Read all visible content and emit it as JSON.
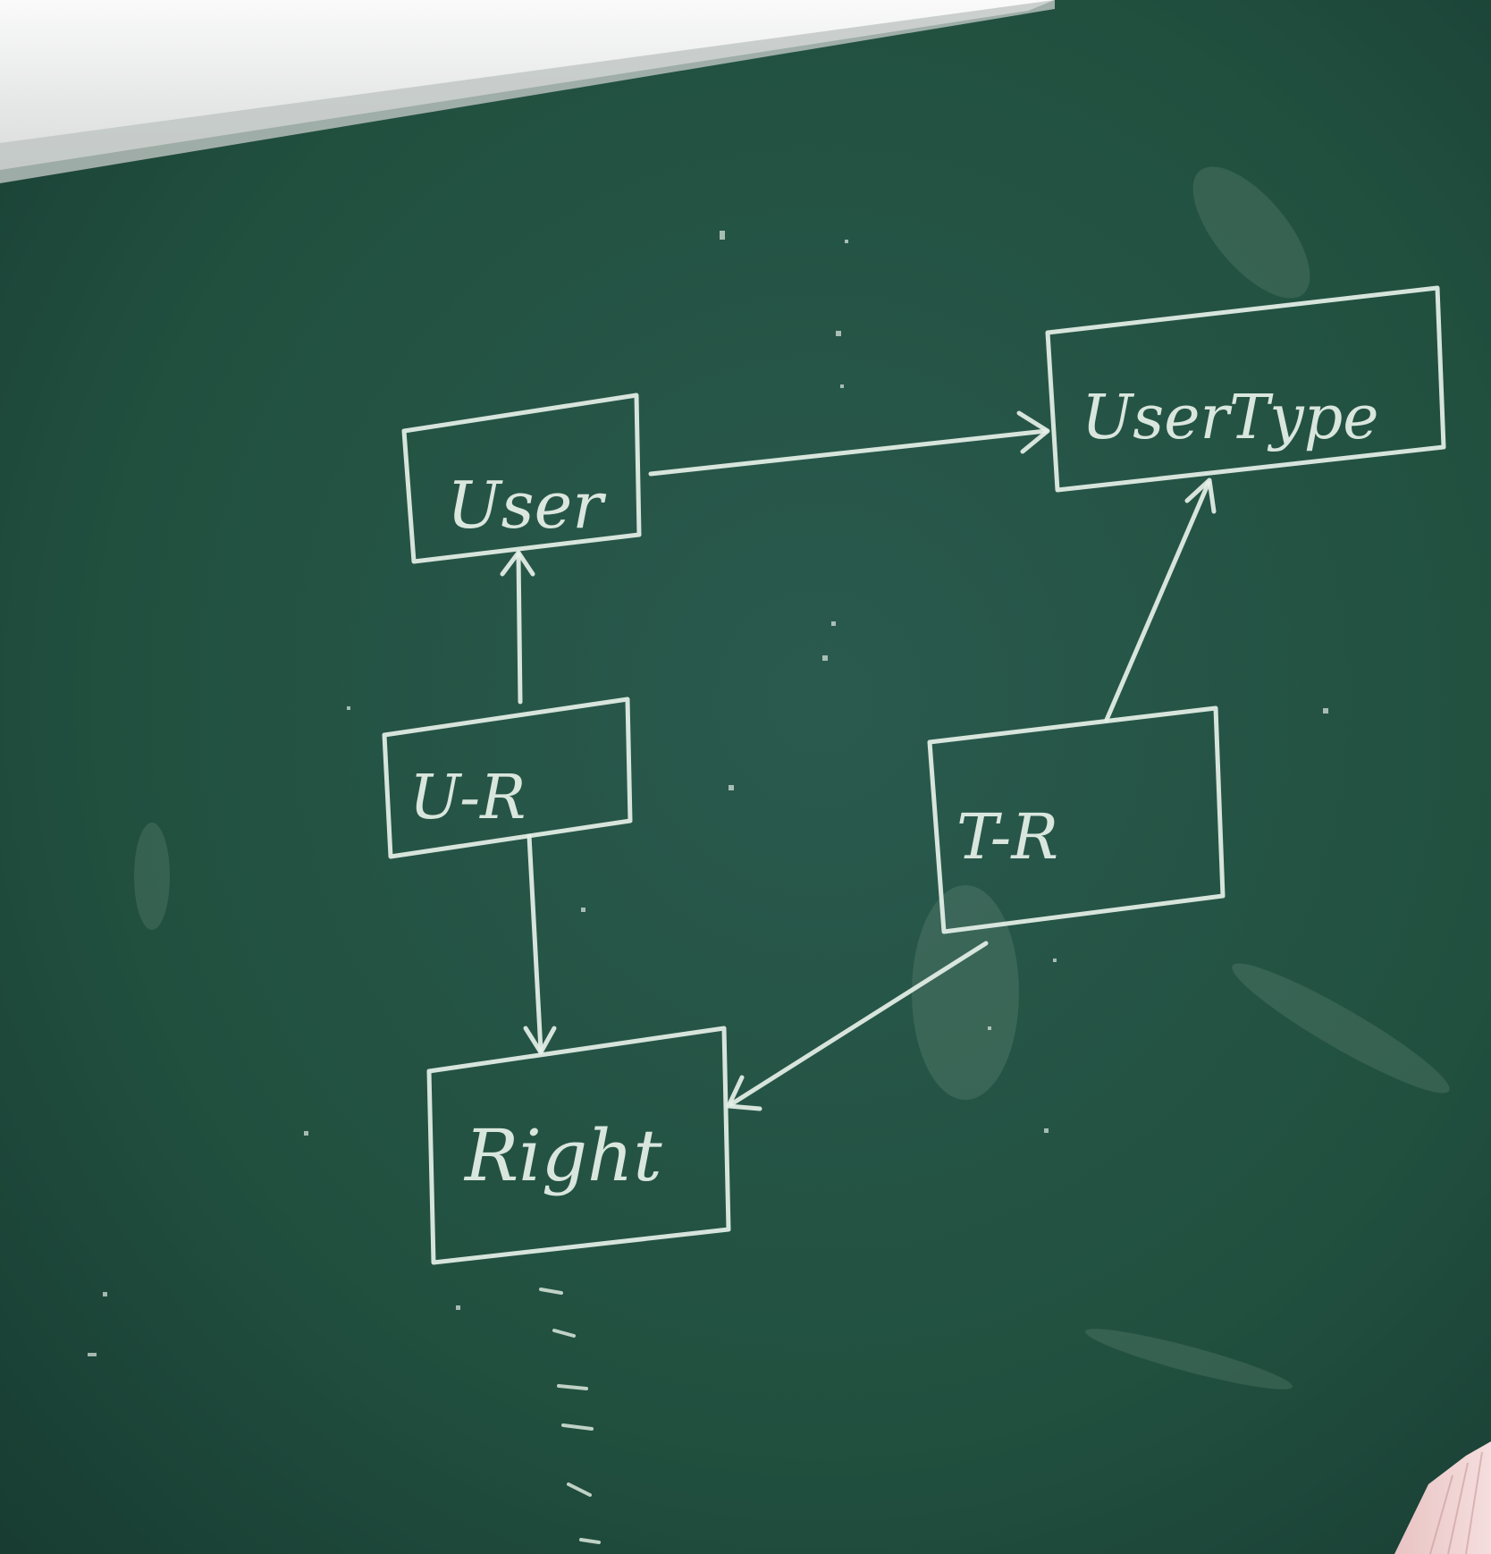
{
  "diagram": {
    "nodes": [
      {
        "id": "user",
        "label": "User"
      },
      {
        "id": "usertype",
        "label": "UserType"
      },
      {
        "id": "u_r",
        "label": "U-R"
      },
      {
        "id": "t_r",
        "label": "T-R"
      },
      {
        "id": "right",
        "label": "Right"
      }
    ],
    "edges": [
      {
        "from": "user",
        "to": "usertype"
      },
      {
        "from": "u_r",
        "to": "user"
      },
      {
        "from": "u_r",
        "to": "right"
      },
      {
        "from": "t_r",
        "to": "usertype"
      },
      {
        "from": "t_r",
        "to": "right"
      }
    ]
  },
  "colors": {
    "board": "#1f4a40",
    "chalk": "#e6f1e9",
    "frame": "#f0f0f0"
  }
}
